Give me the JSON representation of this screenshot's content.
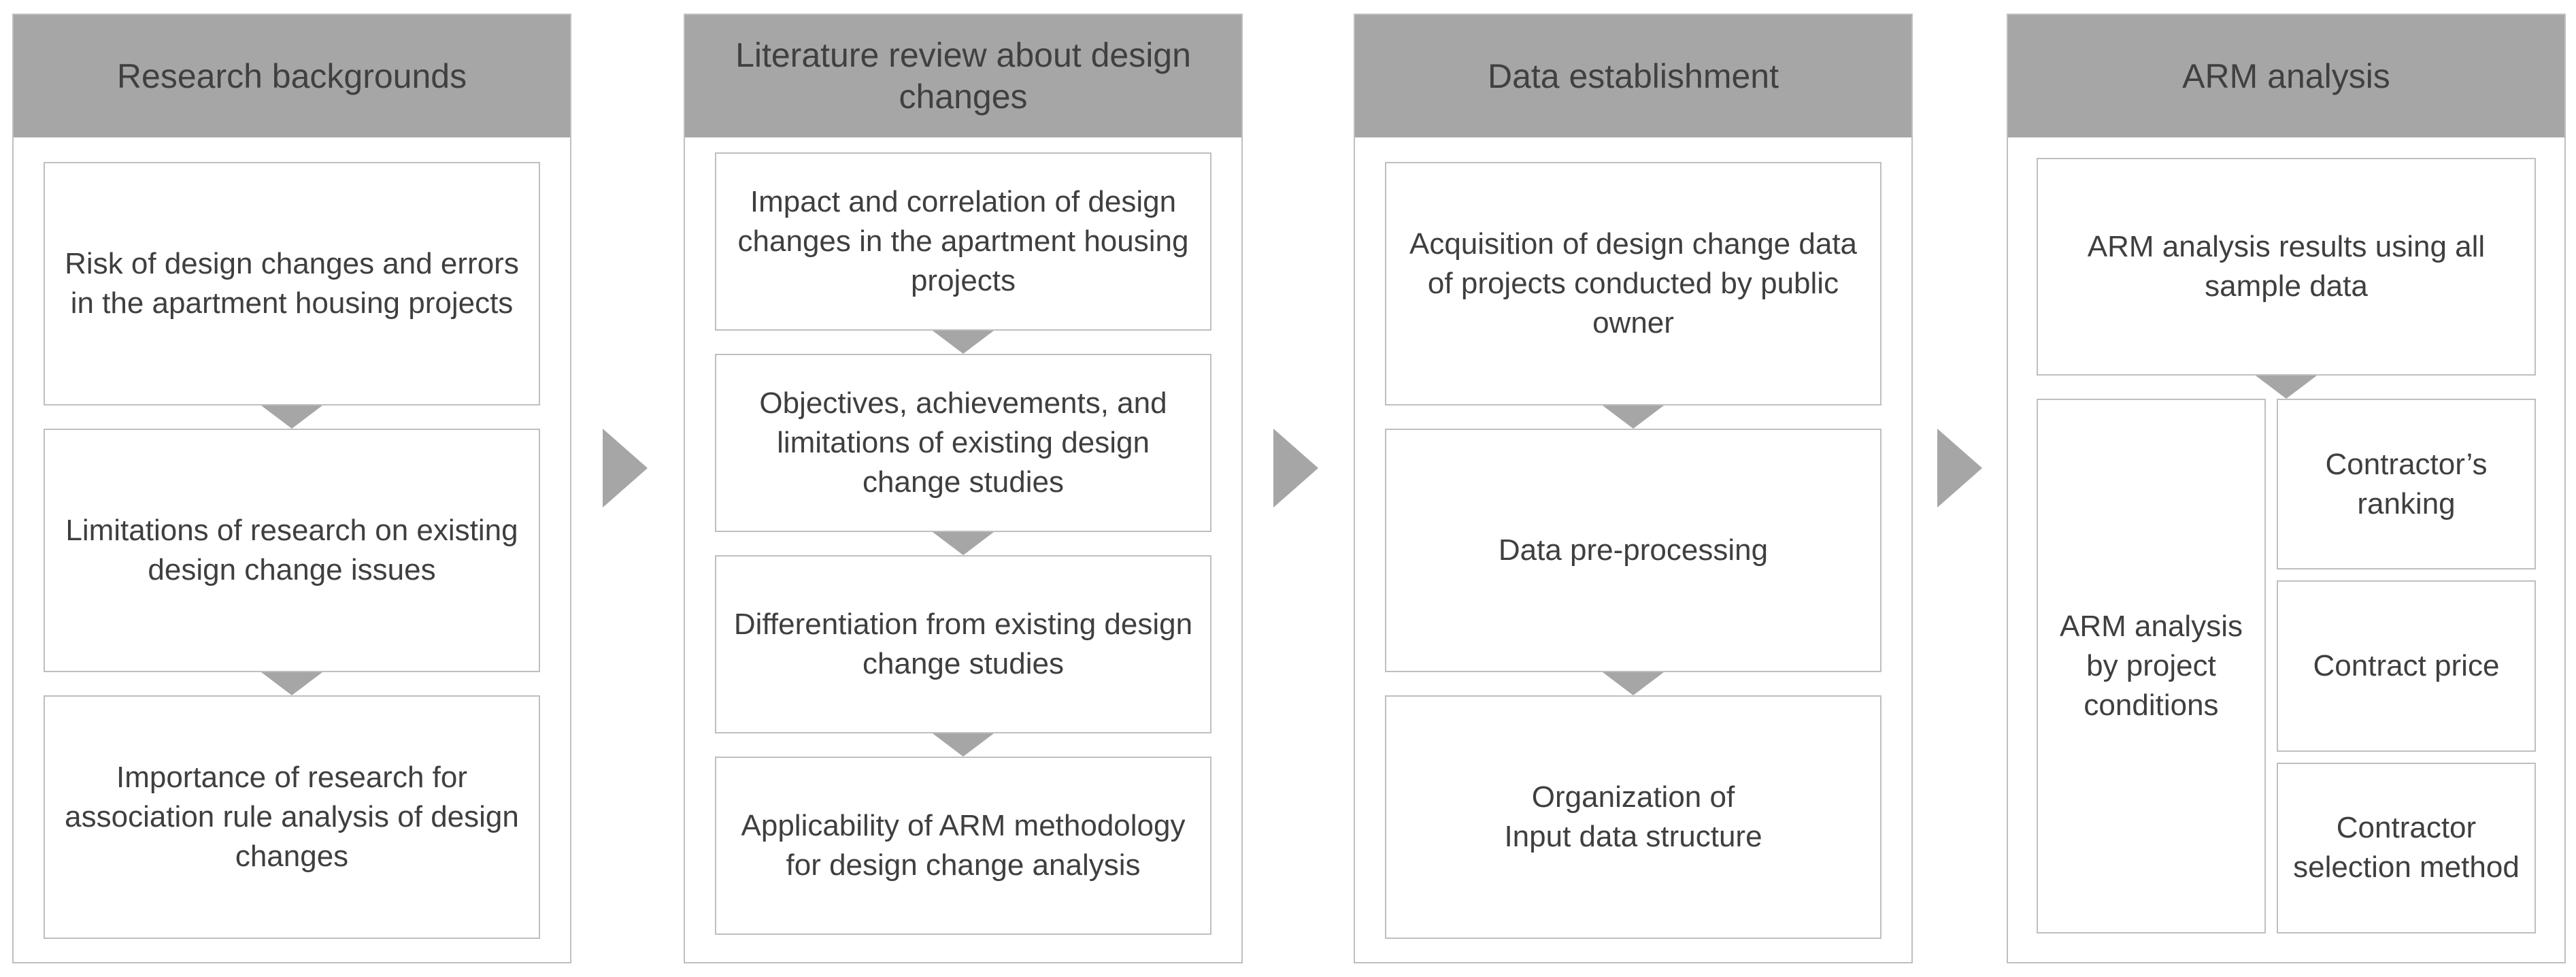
{
  "theme": {
    "header_fill": "#a6a6a6",
    "box_border": "#bfbfbf",
    "arrow_fill": "#a6a6a6",
    "text_color": "#3f3f3f",
    "page_background": "#ffffff"
  },
  "stages": [
    {
      "id": "research-backgrounds",
      "title": "Research backgrounds",
      "steps": [
        "Risk of design changes and errors in the apartment housing projects",
        "Limitations of research on existing design change issues",
        "Importance of research for association rule analysis of design changes"
      ]
    },
    {
      "id": "literature-review",
      "title": "Literature review about design changes",
      "steps": [
        "Impact and correlation of design changes in the apartment housing projects",
        "Objectives, achievements, and limitations of existing design change studies",
        "Differentiation from existing design change studies",
        "Applicability of ARM methodology for design change analysis"
      ]
    },
    {
      "id": "data-establishment",
      "title": "Data establishment",
      "steps": [
        "Acquisition of design change data of projects conducted by public owner",
        "Data pre-processing",
        "Organization of\nInput data structure"
      ]
    },
    {
      "id": "arm-analysis",
      "title": "ARM analysis",
      "top_step": "ARM analysis results using all sample data",
      "split": {
        "left": "ARM analysis by project conditions",
        "right": [
          "Contractor’s ranking",
          "Contract price",
          "Contractor selection method"
        ]
      }
    }
  ],
  "connectors": {
    "between_stages": [
      "right-arrow",
      "right-arrow",
      "right-arrow"
    ],
    "within_stage": "down-arrow"
  }
}
